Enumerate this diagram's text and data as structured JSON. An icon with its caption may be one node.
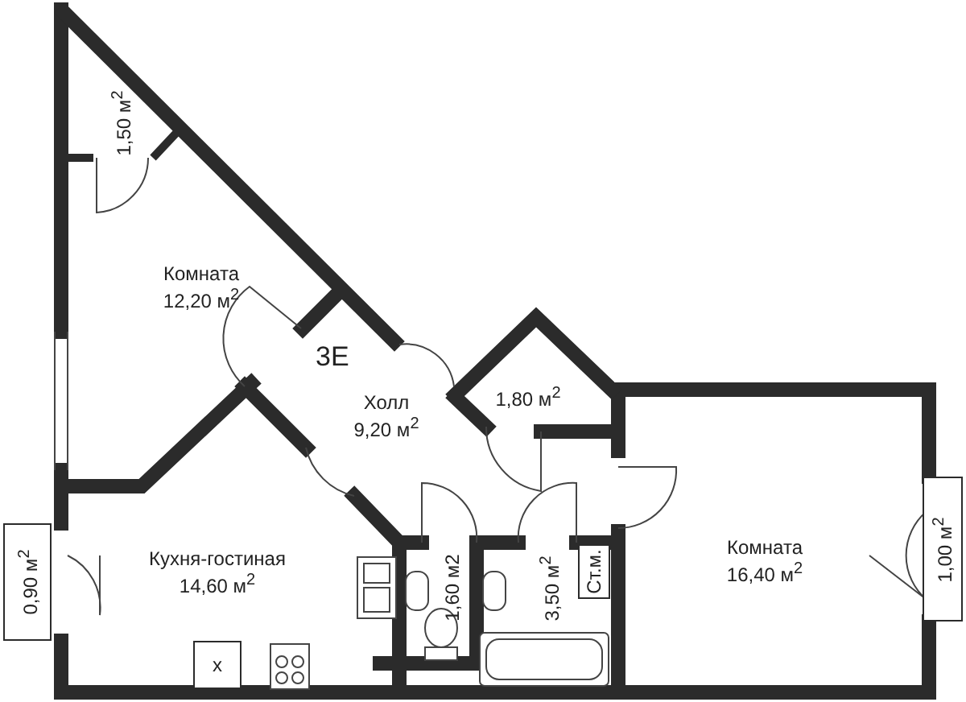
{
  "diagram": {
    "nodes": [
      {
        "text": [
          "1,50 м$^{2}$"
        ]
      },
      {
        "text": [
          "Комната",
          "12,20 м$^{2}$"
        ]
      },
      {
        "text": [
          "Холл",
          "9,20 м$^{2}$"
        ]
      },
      {
        "text": [
          "1,80 м$^{2}$"
        ]
      },
      {
        "text": [
          "Кухня-гостиная",
          "14,60 м$^{2}$"
        ]
      },
      {
        "text": [
          "0,90 м$^{2}$"
        ]
      },
      {
        "text": [
          "1,60 м2"
        ]
      },
      {
        "text": [
          "3,50 м$^{2}$"
        ]
      },
      {
        "text": [
          "Ст.м."
        ]
      },
      {
        "text": [
          "Комната",
          "16,40 м$^{2}$"
        ]
      },
      {
        "text": [
          "1,00 м$^{2}$"
        ]
      },
      {
        "text": [
          "x"
        ]
      }
    ],
    "labels": [
      "3E"
    ]
  }
}
